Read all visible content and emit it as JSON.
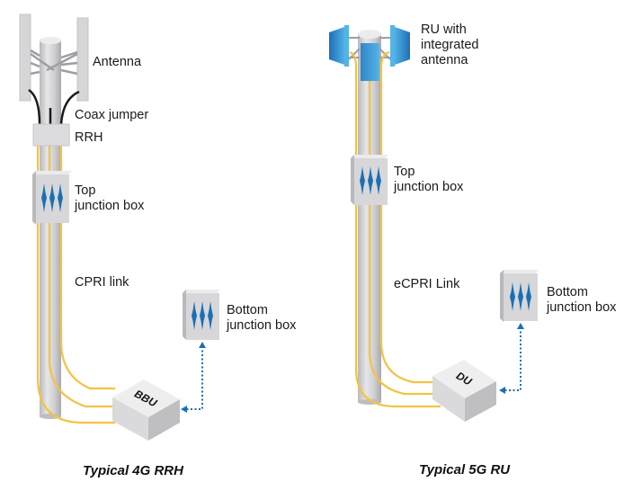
{
  "left_panel": {
    "caption": "Typical 4G RRH",
    "labels": {
      "antenna": "Antenna",
      "coax_jumper": "Coax jumper",
      "rrh": "RRH",
      "top_junction_box": "Top\njunction box",
      "link": "CPRI link",
      "bottom_junction_box": "Bottom\njunction box"
    },
    "baseband_unit_label": "BBU"
  },
  "right_panel": {
    "caption": "Typical 5G RU",
    "labels": {
      "ru": "RU with\nintegrated\nantenna",
      "top_junction_box": "Top\njunction box",
      "link": "eCPRI Link",
      "bottom_junction_box": "Bottom\njunction box"
    },
    "baseband_unit_label": "DU"
  },
  "colors": {
    "fiber": "#f5c242",
    "pole": "#d4d4d6",
    "ru_blue": "#3a9ad9",
    "junction_icon": "#1a6fb4",
    "dotted_link": "#1a6fb4",
    "coax": "#1a1a1a"
  }
}
